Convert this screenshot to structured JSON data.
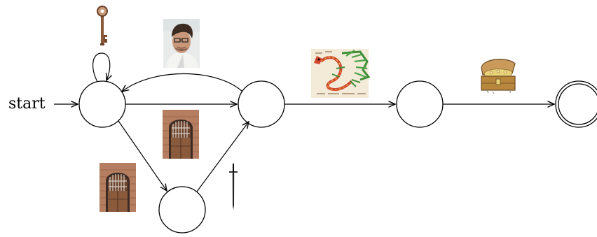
{
  "diagram": {
    "start_label": "start",
    "states": [
      {
        "id": "q0",
        "accepting": false
      },
      {
        "id": "q1",
        "accepting": false
      },
      {
        "id": "q2",
        "accepting": false
      },
      {
        "id": "q3",
        "accepting": false
      },
      {
        "id": "q4",
        "accepting": true
      }
    ],
    "transitions": [
      {
        "from": "q0",
        "to": "q0",
        "symbol": "key-icon"
      },
      {
        "from": "q0",
        "to": "q1",
        "symbol": "door-icon"
      },
      {
        "from": "q1",
        "to": "q0",
        "symbol": "person-photo"
      },
      {
        "from": "q0",
        "to": "q2",
        "symbol": "door-icon"
      },
      {
        "from": "q2",
        "to": "q1",
        "symbol": "sword-icon"
      },
      {
        "from": "q1",
        "to": "q3",
        "symbol": "dragon-icon"
      },
      {
        "from": "q3",
        "to": "q4",
        "symbol": "treasure-chest-icon"
      }
    ],
    "colors": {
      "stroke": "#000000",
      "key": "#8a5a3c",
      "door_wood": "#7a4a2e",
      "brick": "#b07a5a",
      "dragon_green": "#3f8f3a",
      "dragon_red": "#d0452c",
      "chest": "#a87a3a"
    }
  }
}
